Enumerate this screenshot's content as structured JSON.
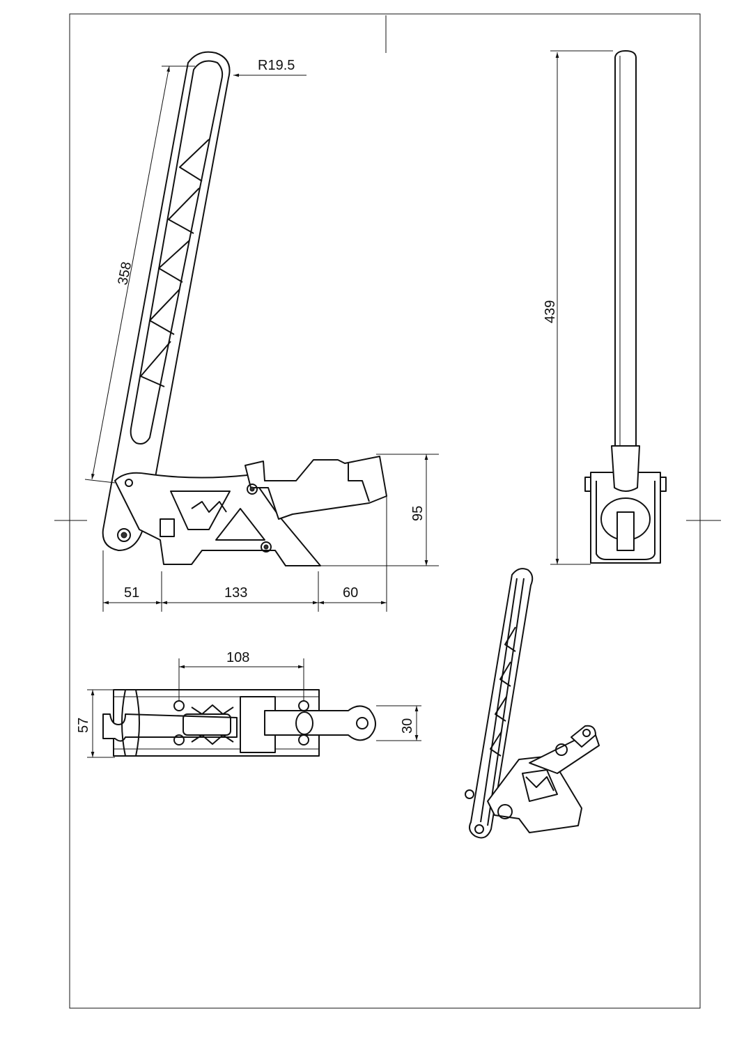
{
  "drawing": {
    "dimensions": {
      "radius_tip": "R19.5",
      "lever_length": "358",
      "overall_height": "439",
      "base_height": "95",
      "offset_left": "51",
      "base_length": "133",
      "offset_right": "60",
      "hole_spacing": "108",
      "base_width": "57",
      "cylinder_width": "30"
    }
  }
}
